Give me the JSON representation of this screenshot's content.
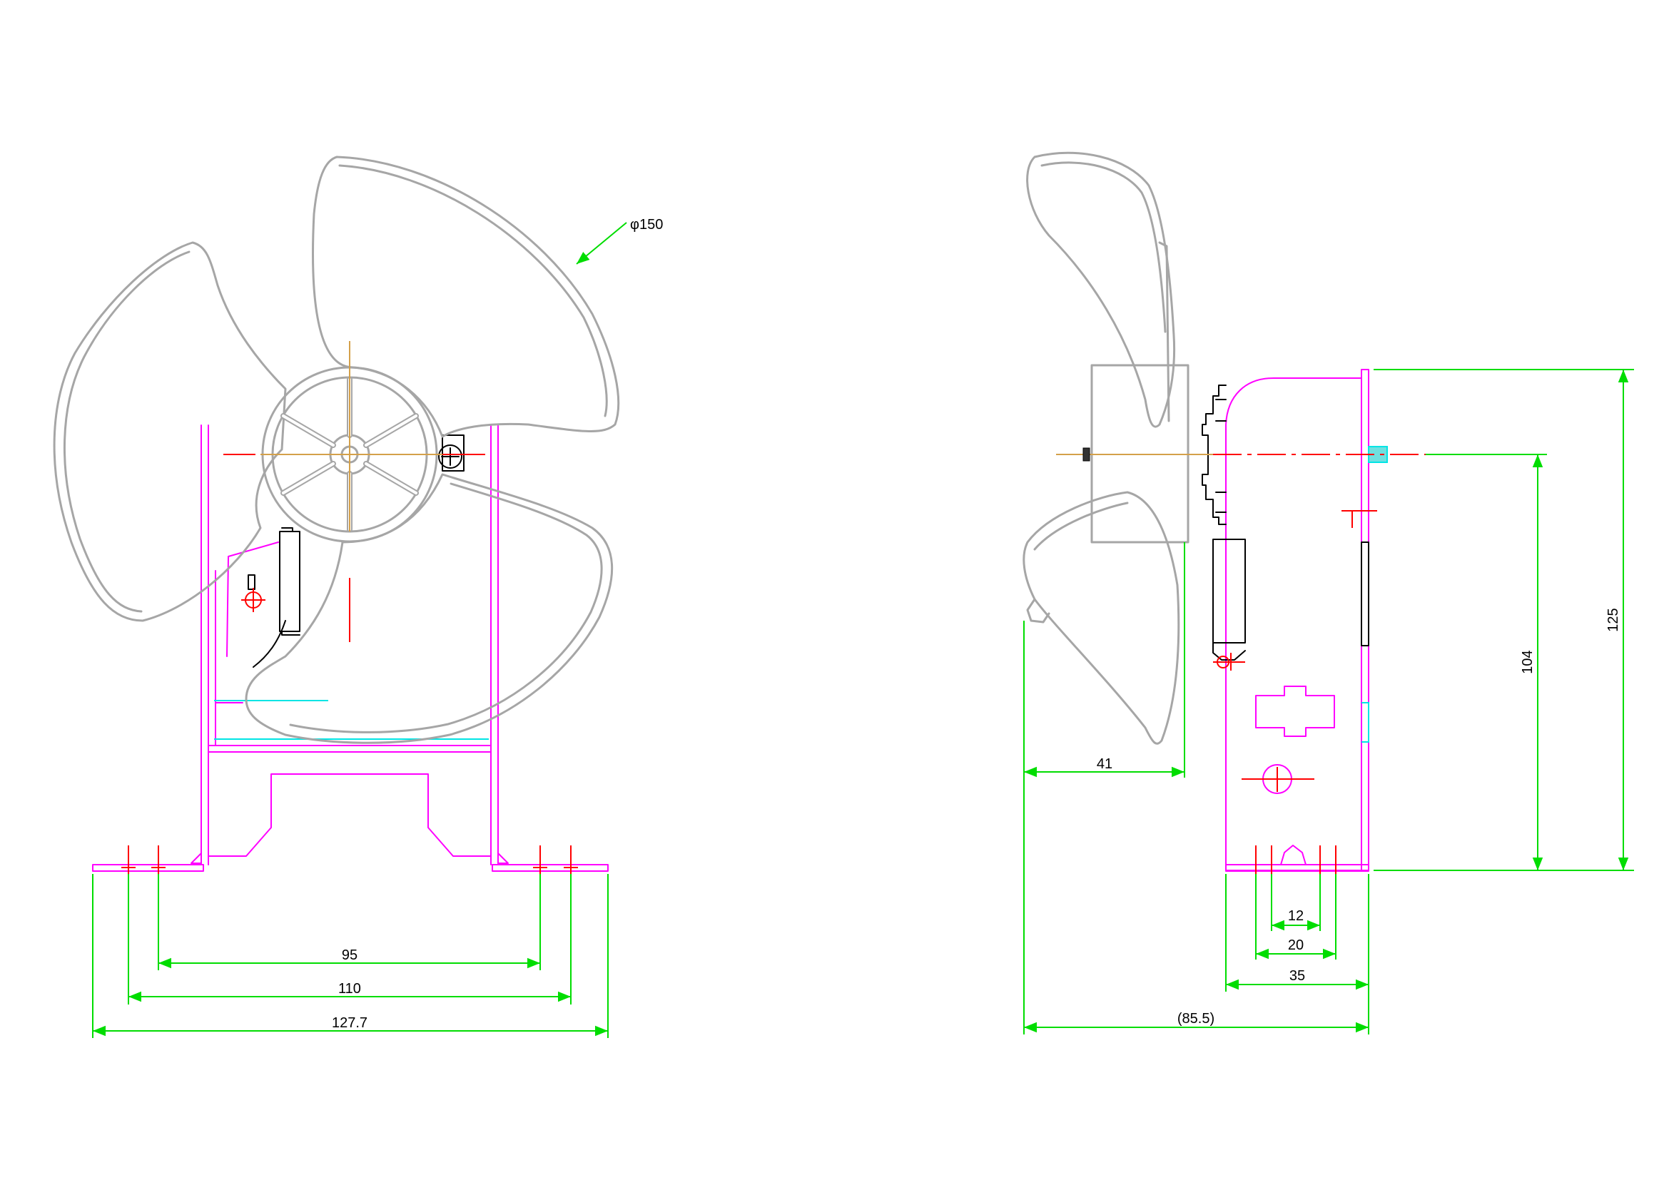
{
  "colors": {
    "fan_outline": "#a6a6a6",
    "bracket": "#ff00ff",
    "dimension": "#00dd00",
    "center_mark": "#ff0000",
    "axis": "#d4a04a",
    "detail": "#000000",
    "accent": "#00e5e5",
    "text": "#000000"
  },
  "front_view": {
    "diameter_label": "φ150",
    "dim_inner_holes": "95",
    "dim_outer_holes": "110",
    "dim_total_width": "127.7"
  },
  "side_view": {
    "dim_fan_depth": "41",
    "dim_hole_spacing": "12",
    "dim_slot_width": "20",
    "dim_base_depth": "35",
    "dim_total_depth": "(85.5)",
    "dim_shaft_height": "104",
    "dim_total_height": "125"
  }
}
